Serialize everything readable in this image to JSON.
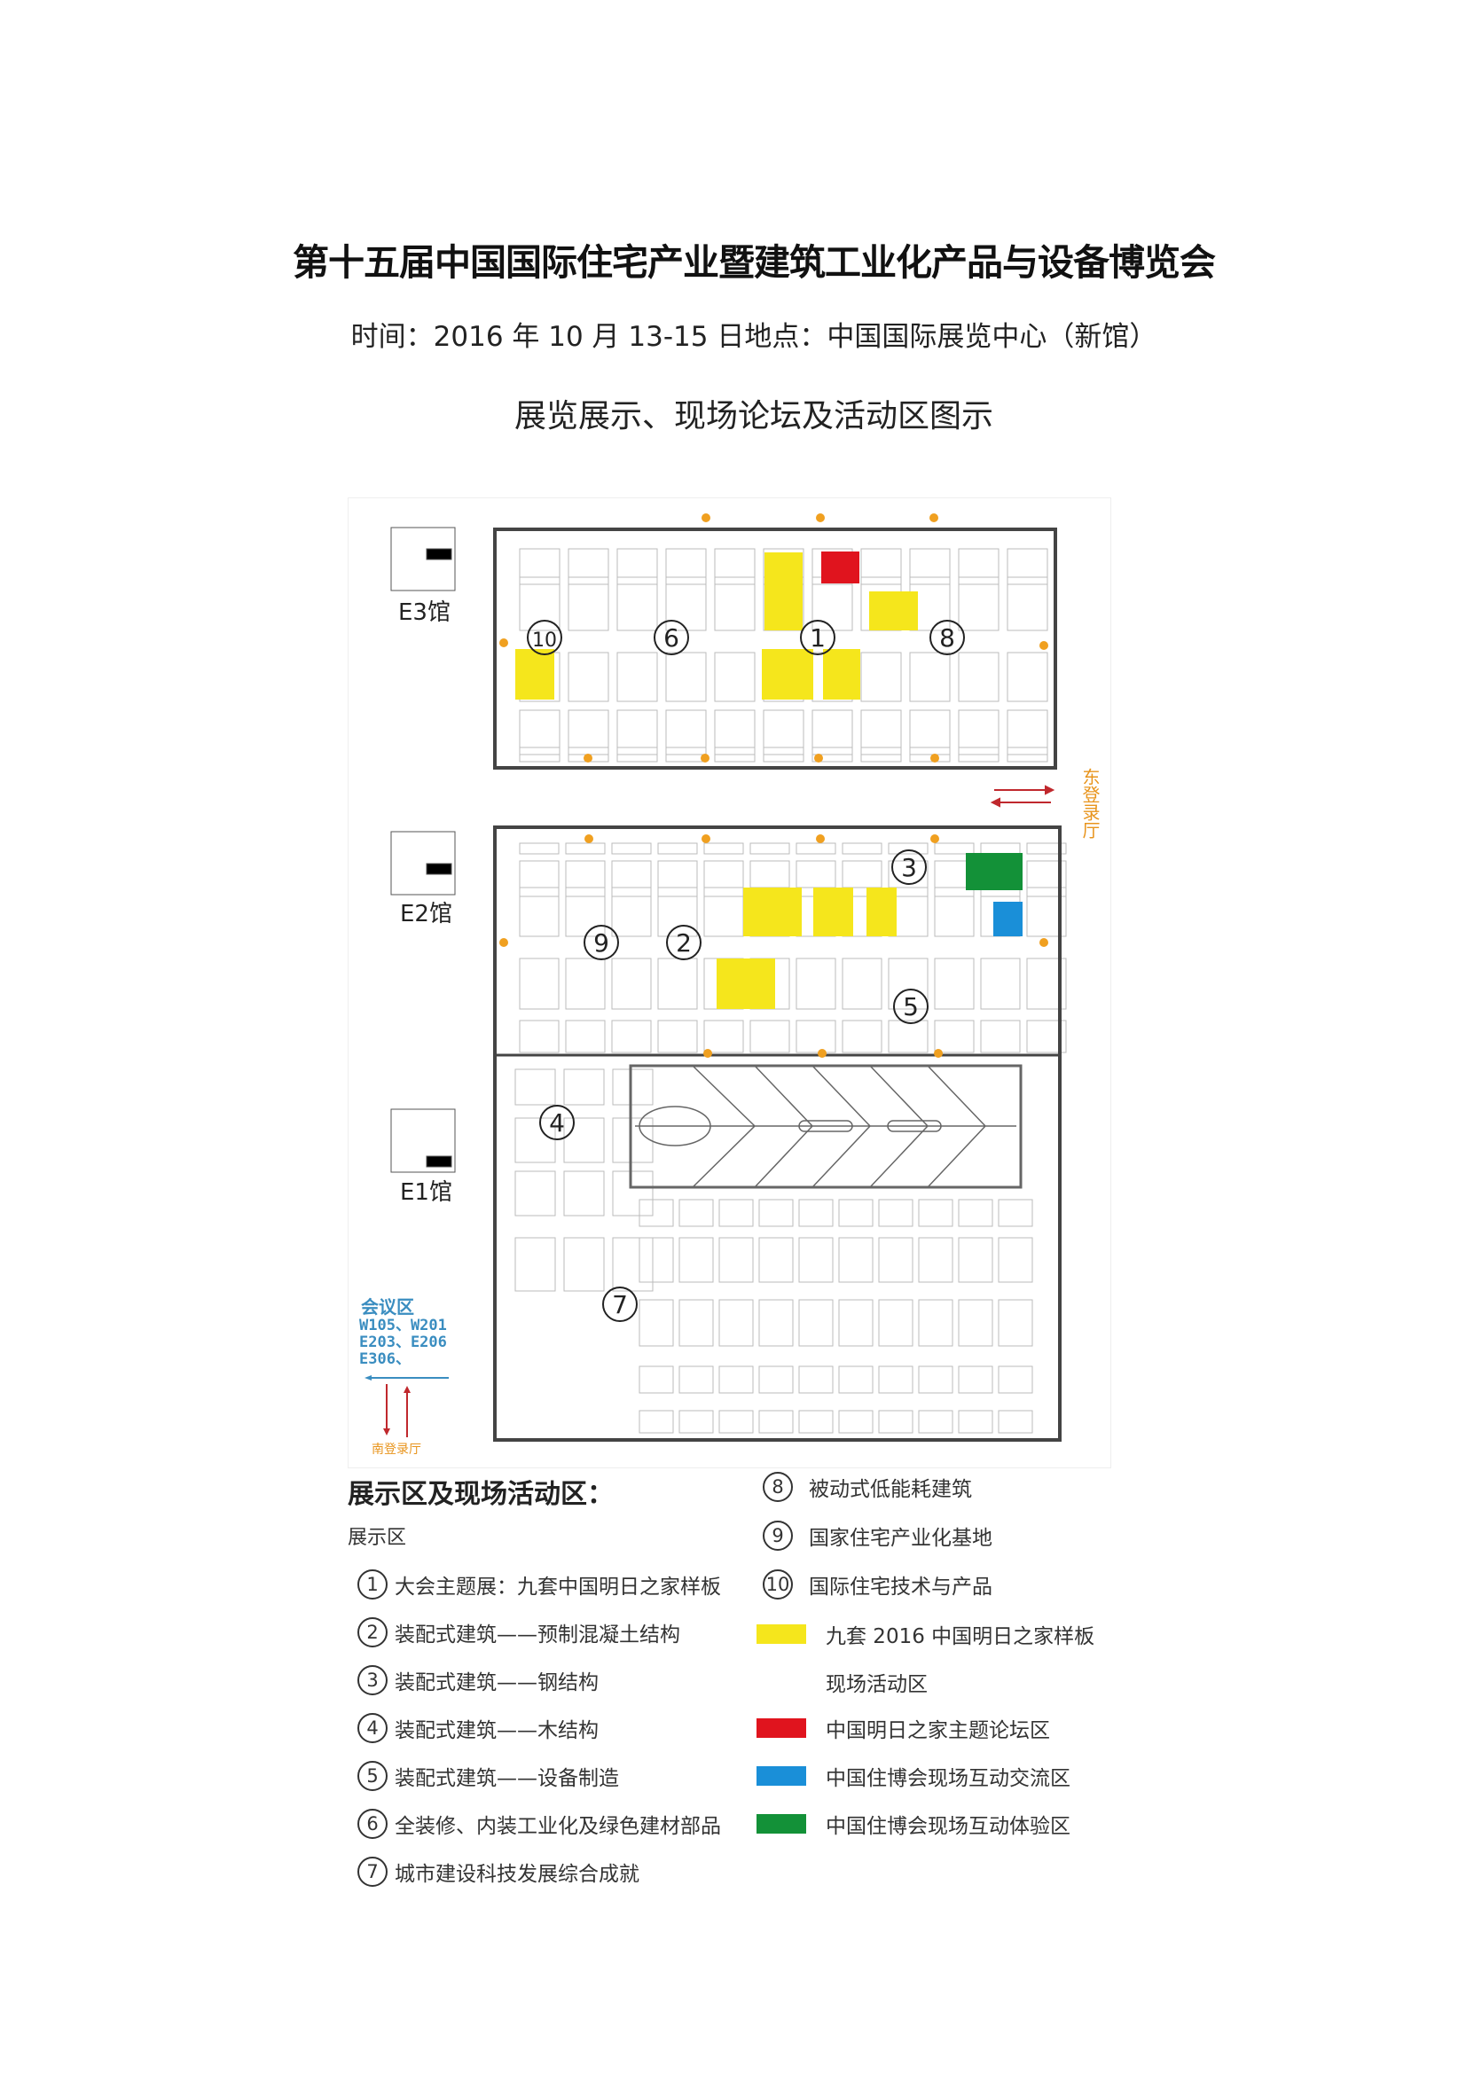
{
  "header": {
    "title": "第十五届中国国际住宅产业暨建筑工业化产品与设备博览会",
    "time_place": "时间：2016 年 10 月 13-15 日地点：中国国际展览中心（新馆）",
    "subtitle": "展览展示、现场论坛及活动区图示"
  },
  "map": {
    "halls": [
      "E3馆",
      "E2馆",
      "E1馆"
    ],
    "east_lobby": "东登录厅",
    "meeting_title": "会议区",
    "meeting_rooms": [
      "W105、W201",
      "E203、E206",
      "E306、"
    ],
    "south_lobby": "南登录厅",
    "colors": {
      "yellow": "#f5e61c",
      "red": "#e0141e",
      "blue": "#1a8fd8",
      "green": "#139138",
      "orange": "#f0a020",
      "meeting": "#3a8dc0"
    }
  },
  "legend": {
    "heading": "展示区及现场活动区：",
    "section": "展示区",
    "zones": [
      {
        "num": "1",
        "label": "大会主题展：九套中国明日之家样板"
      },
      {
        "num": "2",
        "label": "装配式建筑——预制混凝土结构"
      },
      {
        "num": "3",
        "label": "装配式建筑——钢结构"
      },
      {
        "num": "4",
        "label": "装配式建筑——木结构"
      },
      {
        "num": "5",
        "label": "装配式建筑——设备制造"
      },
      {
        "num": "6",
        "label": "全装修、内装工业化及绿色建材部品"
      },
      {
        "num": "7",
        "label": "城市建设科技发展综合成就"
      },
      {
        "num": "8",
        "label": "被动式低能耗建筑"
      },
      {
        "num": "9",
        "label": "国家住宅产业化基地"
      },
      {
        "num": "10",
        "label": "国际住宅技术与产品"
      }
    ],
    "colors": [
      {
        "color": "#f5e61c",
        "label": "九套 2016 中国明日之家样板"
      },
      {
        "color": "",
        "label": "现场活动区"
      },
      {
        "color": "#e0141e",
        "label": "中国明日之家主题论坛区"
      },
      {
        "color": "#1a8fd8",
        "label": "中国住博会现场互动交流区"
      },
      {
        "color": "#139138",
        "label": "中国住博会现场互动体验区"
      }
    ]
  }
}
